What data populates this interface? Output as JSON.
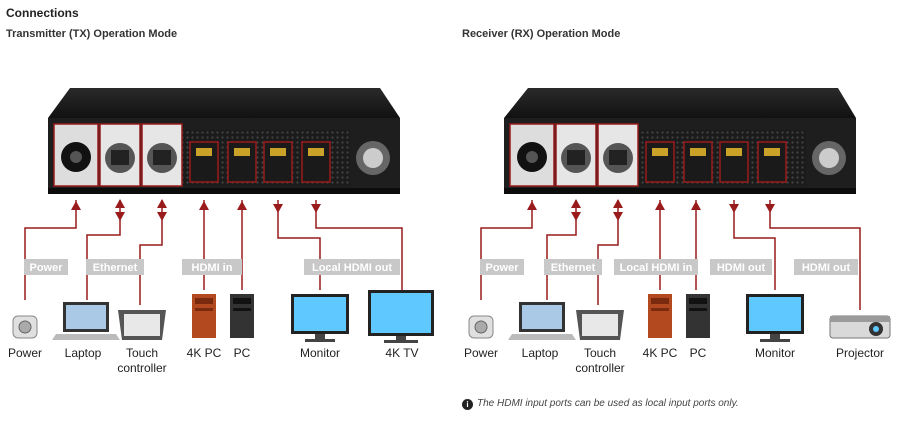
{
  "title": "Connections",
  "tx": {
    "title": "Transmitter (TX) Operation Mode",
    "groups": [
      "Power",
      "Ethernet",
      "HDMI in",
      "Local HDMI out"
    ],
    "devices": [
      "Power",
      "Laptop",
      "Touch controller",
      "4K PC",
      "PC",
      "Monitor",
      "4K TV"
    ]
  },
  "rx": {
    "title": "Receiver (RX) Operation Mode",
    "groups": [
      "Power",
      "Ethernet",
      "Local HDMI in",
      "HDMI out",
      "HDMI out"
    ],
    "devices": [
      "Power",
      "Laptop",
      "Touch controller",
      "4K PC",
      "PC",
      "Monitor",
      "Projector"
    ]
  },
  "note": "The HDMI input ports can be used as local input ports only.",
  "colors": {
    "line": "#9a1b1b",
    "label_bg": "#c8c8c8",
    "device_frame": "#1a1a1a"
  }
}
